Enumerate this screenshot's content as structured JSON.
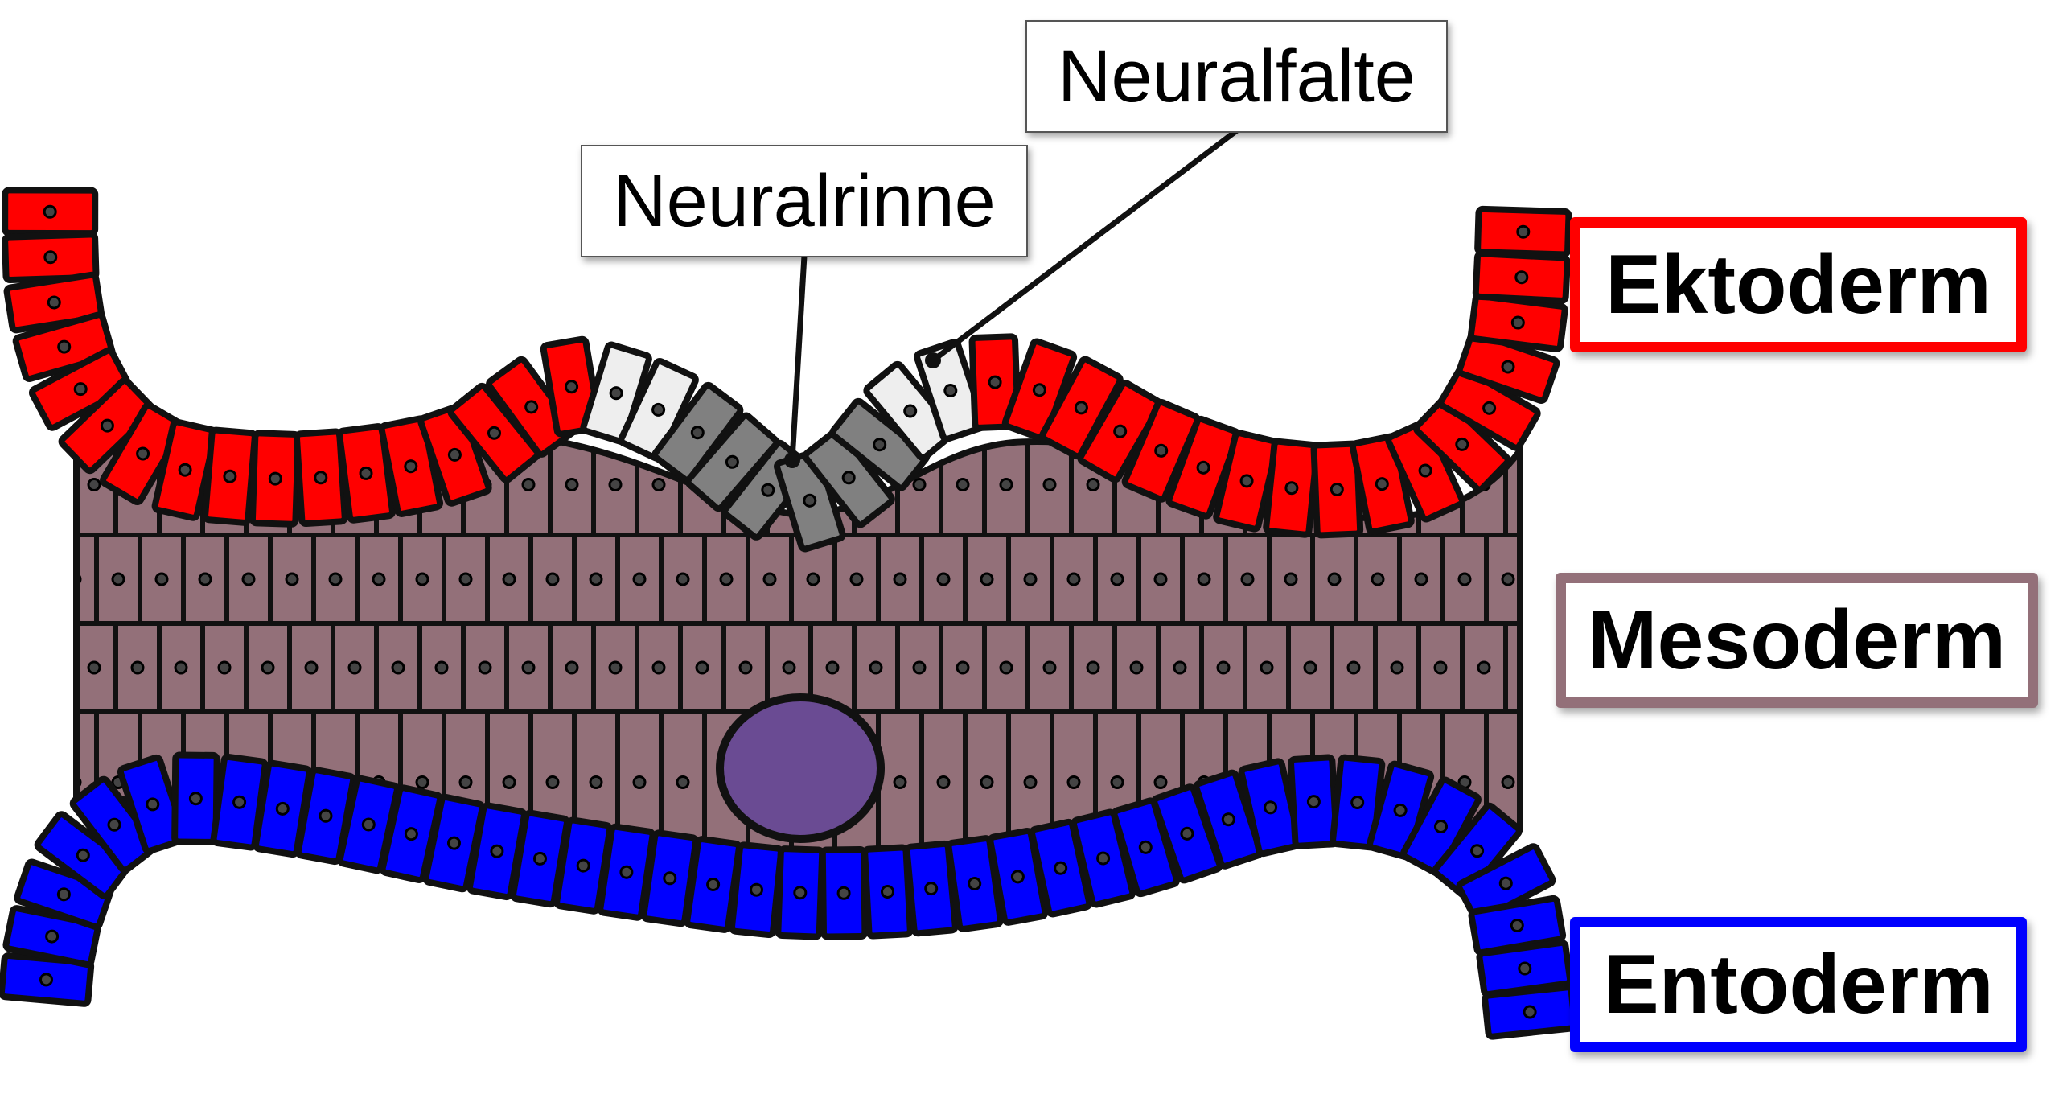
{
  "diagram": {
    "callouts": {
      "neuralfalte": "Neuralfalte",
      "neuralrinne": "Neuralrinne"
    },
    "legend": {
      "ektoderm": "Ektoderm",
      "mesoderm": "Mesoderm",
      "entoderm": "Entoderm"
    },
    "colors": {
      "ektoderm": "#ff0000",
      "mesoderm": "#937079",
      "entoderm": "#0000ff",
      "neural_plate_dark": "#808080",
      "neural_plate_light": "#eeeeee",
      "chorda": "#6a4b93",
      "outline": "#111111"
    }
  }
}
